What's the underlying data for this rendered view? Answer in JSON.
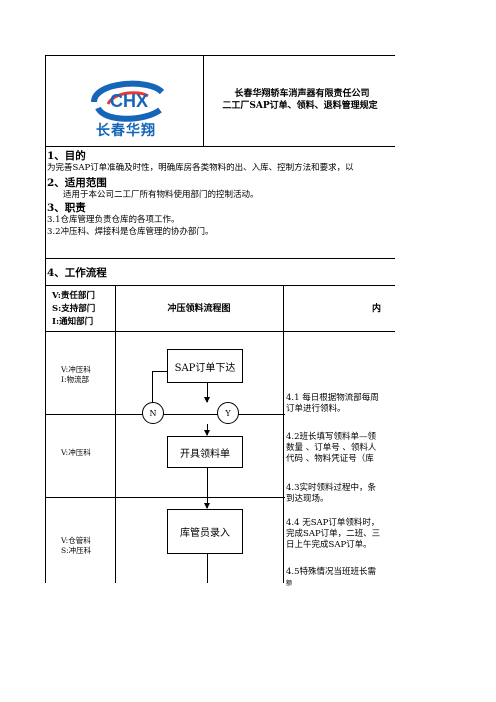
{
  "header": {
    "logo_text": "CHX",
    "logo_subtitle": "长春华翔",
    "company": "长春华翔轿车消声器有限责任公司",
    "doc_title": "二工厂SAP订单、领料、退料管理规定"
  },
  "sections": {
    "s1_title": "1、目的",
    "s1_text": "为完善SAP订单准确及时性，明确库房各类物料的出、入库、控制方法和要求，以",
    "s2_title": "2、适用范围",
    "s2_text": "适用于本公司二工厂所有物料使用部门的控制活动。",
    "s3_title": "3、职责",
    "s3_item1": "3.1仓库管理负责仓库的各项工作。",
    "s3_item2": "3.2冲压科、焊接科是仓库管理的协办部门。",
    "s4_title": "4、工作流程"
  },
  "table_header": {
    "legend_v": "V:责任部门",
    "legend_s": "S:支持部门",
    "legend_i": "I:通知部门",
    "flow_title": "冲压领料流程图",
    "content_title": "内"
  },
  "rows": [
    {
      "dept1": "V:冲压科",
      "dept2": "I:物流部"
    },
    {
      "dept1": "V:冲压科",
      "dept2": ""
    },
    {
      "dept1": "V:仓管科",
      "dept2": "S:冲压科"
    }
  ],
  "flow": {
    "step1": "SAP订单下达",
    "branch_n": "N",
    "branch_y": "Y",
    "step2": "开具领料单",
    "step3": "库管员录入"
  },
  "content": {
    "p41_l1": "4.1 每日根据物流部每周",
    "p41_l2": "订单进行领料。",
    "p42_l1": "4.2班长填写领料单—领",
    "p42_l2": "数量 、订单号 、领料人",
    "p42_l3": "代码 、物料凭证号（库",
    "p43_l1": "4.3实时领料过程中，条",
    "p43_l2": "到达现场。",
    "p44_l1": "4.4 无SAP订单领料时，",
    "p44_l2": "完成SAP订单，二班、三",
    "p44_l3": "日上午完成SAP订单。",
    "p45_l1": "4.5特殊情况当班班长需",
    "p45_l2": "额"
  }
}
